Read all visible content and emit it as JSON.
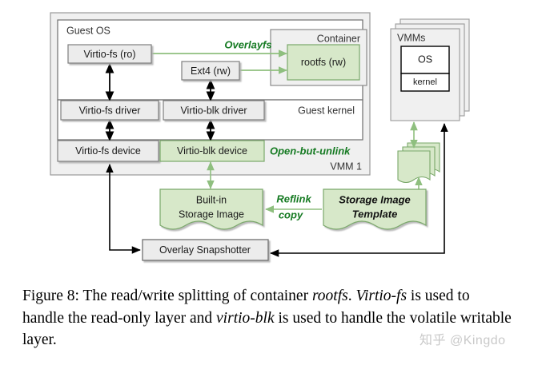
{
  "figure": {
    "caption_prefix": "Figure 8:",
    "caption_part1": " The read/write splitting of container ",
    "caption_italic1": "rootfs",
    "caption_part2": ". ",
    "caption_italic2": "Virtio-fs",
    "caption_part3": " is used to handle the read-only layer and ",
    "caption_italic3": "virtio-blk",
    "caption_part4": " is used to handle the volatile writable layer."
  },
  "watermark": "知乎 @Kingdo",
  "colors": {
    "green_fill": "#d7e8c9",
    "green_stroke": "#7aa86a",
    "green_text": "#157a22",
    "gray_fill": "#ececec",
    "gray_stroke": "#7f7f7f",
    "panel_fill": "#f0f0f0",
    "black": "#000000"
  },
  "vmm1": {
    "region_label": "VMM 1",
    "guest_os_label": "Guest OS",
    "guest_kernel_label": "Guest kernel",
    "container_label": "Container",
    "boxes": {
      "virtio_fs_ro": "Virtio-fs (ro)",
      "ext4_rw": "Ext4 (rw)",
      "rootfs_rw": "rootfs (rw)",
      "virtio_fs_driver": "Virtio-fs driver",
      "virtio_blk_driver": "Virtio-blk driver",
      "virtio_fs_device": "Virtio-fs device",
      "virtio_blk_device": "Virtio-blk device"
    },
    "annotations": {
      "overlayfs": "Overlayfs",
      "open_but_unlink": "Open-but-unlink"
    }
  },
  "storage": {
    "builtin_line1": "Built-in",
    "builtin_line2": "Storage Image",
    "template_line1": "Storage Image",
    "template_line2": "Template",
    "reflink_line1": "Reflink",
    "reflink_line2": "copy"
  },
  "snapshotter": {
    "label": "Overlay Snapshotter"
  },
  "vmms": {
    "label": "VMMs",
    "os_label": "OS",
    "kernel_label": "kernel"
  }
}
